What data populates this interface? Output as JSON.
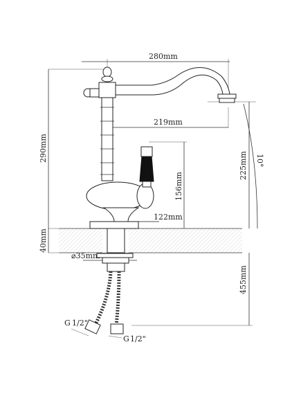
{
  "dimensions": {
    "total_width": "280mm",
    "spout_reach": "219mm",
    "total_height": "290mm",
    "spout_height": "225mm",
    "handle_height": "156mm",
    "base_offset": "122mm",
    "deck_thickness": "40mm",
    "hole_diameter": "⌀35mm",
    "hose_length": "455mm",
    "spout_angle": "10°"
  },
  "connectors": {
    "left": "G",
    "right": "G",
    "fraction": "1/2\""
  },
  "colors": {
    "line": "#333333",
    "handle": "#111111",
    "deck_hatch": "#888888"
  }
}
